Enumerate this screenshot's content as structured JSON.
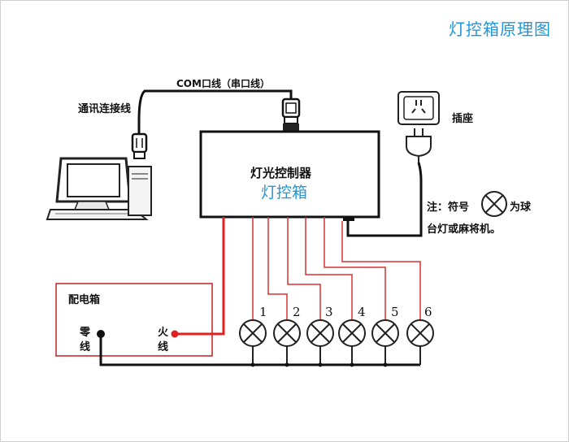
{
  "title": "灯控箱原理图",
  "labels": {
    "comm_cable": "通讯连接线",
    "com_cable": "COM口线（串口线）",
    "socket": "插座",
    "controller": "灯光控制器",
    "controller_box": "灯控箱",
    "note_line1_prefix": "注：符号",
    "note_line1_suffix": "为球",
    "note_line2": "台灯或麻将机。",
    "distribution_box": "配电箱",
    "neutral_char1": "零",
    "neutral_char2": "线",
    "live_char1": "火",
    "live_char2": "线"
  },
  "lamps": [
    "1",
    "2",
    "3",
    "4",
    "5",
    "6"
  ],
  "colors": {
    "accent": "#2196d8",
    "wire_red": "#e02020",
    "wire_black": "#111111"
  }
}
